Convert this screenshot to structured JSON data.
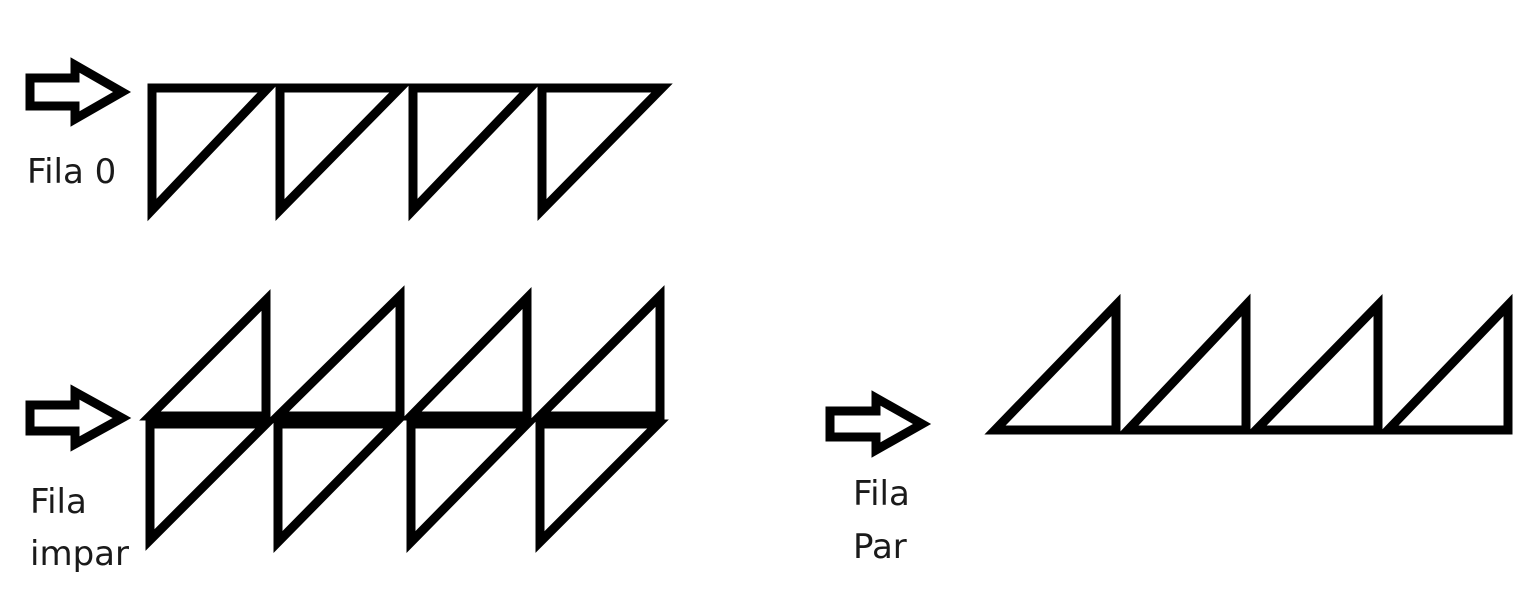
{
  "labels": {
    "row0": "Fila 0",
    "odd_line1": "Fila",
    "odd_line2": "impar",
    "even_line1": "Fila",
    "even_line2": "Par"
  },
  "colors": {
    "stroke": "#000000",
    "text": "#1a1a1a",
    "background": "#ffffff"
  }
}
